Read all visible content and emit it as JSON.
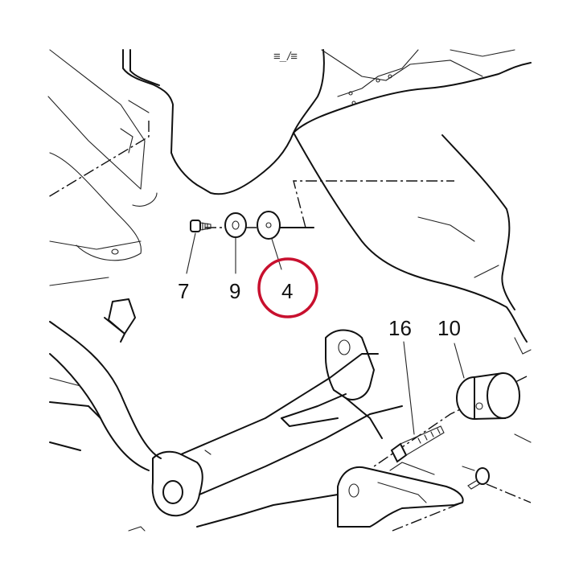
{
  "callouts": {
    "c7": "7",
    "c9": "9",
    "c4": "4",
    "c16": "16",
    "c10": "10"
  },
  "sketch_text": "≡_/≡",
  "highlight_color": "#c8102e"
}
